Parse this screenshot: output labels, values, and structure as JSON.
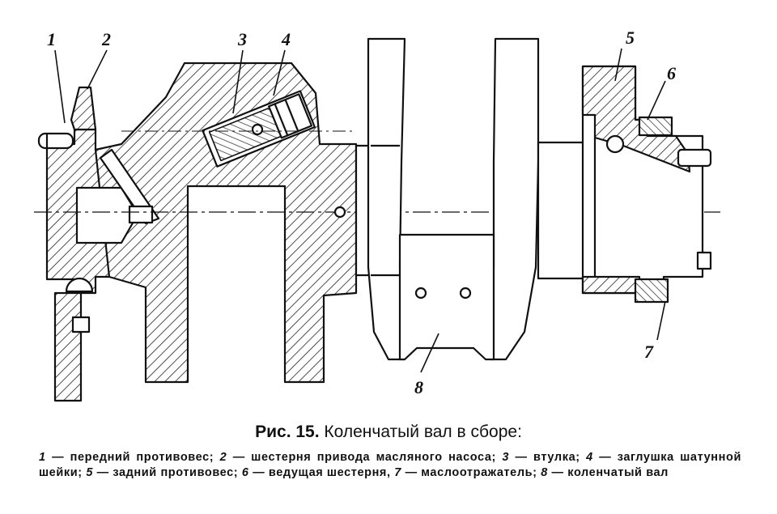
{
  "figure": {
    "fig_label": "Рис. 15.",
    "fig_title": "Коленчатый вал в сборе:",
    "callouts": [
      "1",
      "2",
      "3",
      "4",
      "5",
      "6",
      "7",
      "8"
    ],
    "legend": [
      {
        "num": "1",
        "text": "передний противовес;"
      },
      {
        "num": "2",
        "text": "шестерня привода масляного насоса;"
      },
      {
        "num": "3",
        "text": "втулка;"
      },
      {
        "num": "4",
        "text": "заглушка шатунной шейки;"
      },
      {
        "num": "5",
        "text": "задний противовес;"
      },
      {
        "num": "6",
        "text": "ведущая шестерня,"
      },
      {
        "num": "7",
        "text": "маслоотражатель;"
      },
      {
        "num": "8",
        "text": "коленчатый вал"
      }
    ]
  }
}
